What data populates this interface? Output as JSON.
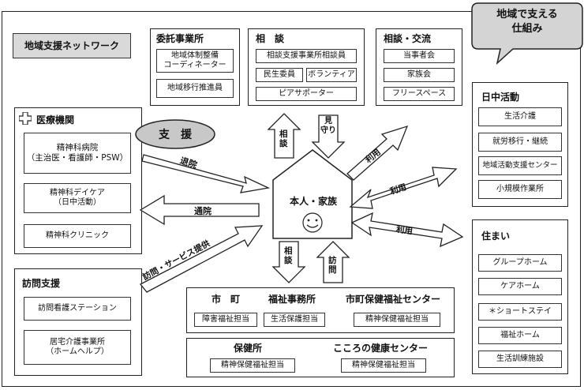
{
  "title": "地域支援ネットワーク",
  "callout": "地域で支える\n仕組み",
  "itaku": {
    "heading": "委託事業所",
    "items": [
      "地域体制整備\nコーディネーター",
      "地域移行推進員"
    ]
  },
  "sodan": {
    "heading": "相　談",
    "items": [
      "相談支援事業所相談員",
      "民生委員",
      "ボランティア",
      "ピアサポーター"
    ]
  },
  "koryu": {
    "heading": "相談・交流",
    "items": [
      "当事者会",
      "家族会",
      "フリースペース"
    ]
  },
  "iryo": {
    "heading": "医療機関",
    "items": [
      "精神科病院\n（主治医・看護師・PSW）",
      "精神科デイケア\n（日中活動）",
      "精神科クリニック"
    ]
  },
  "shien": "支　援",
  "center": "本人・家族",
  "houmon": {
    "heading": "訪問支援",
    "items": [
      "訪問看護ステーション",
      "居宅介護事業所\n（ホームヘルプ）"
    ]
  },
  "nicchu": {
    "heading": "日中活動",
    "items": [
      "生活介護",
      "就労移行・継続",
      "地域活動支援センター",
      "小規模作業所"
    ]
  },
  "sumai": {
    "heading": "住まい",
    "items": [
      "グループホーム",
      "ケアホーム",
      "＊ショートステイ",
      "福祉ホーム",
      "生活訓練施設"
    ]
  },
  "shicho": {
    "headings": [
      "市　町",
      "福祉事務所",
      "市町保健福祉センター"
    ],
    "items": [
      "障害福祉担当",
      "生活保護担当",
      "精神保健福祉担当"
    ]
  },
  "hokenjo": {
    "headings": [
      "保健所",
      "こころの健康センター"
    ],
    "items": [
      "精神保健福祉担当",
      "精神保健福祉担当"
    ]
  },
  "arrows": {
    "taiin": "退院",
    "tsuin": "通院",
    "houmon_service": "訪問・サービス提供",
    "sodan_up": "相\n談",
    "mimamori": "見\n守り",
    "riyo1": "利用",
    "riyo2": "利用",
    "riyo3": "利用",
    "sodan_down": "相\n談",
    "houmon_up": "訪\n問"
  }
}
